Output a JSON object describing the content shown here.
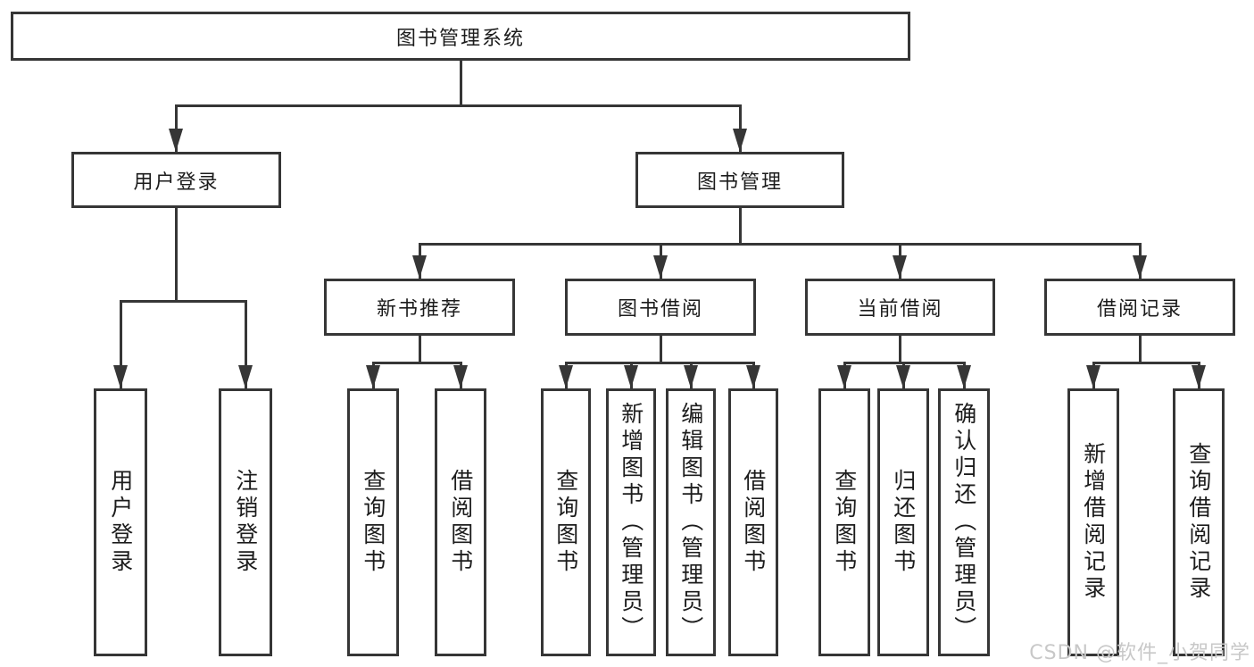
{
  "tree": {
    "root": {
      "label": "图书管理系统"
    },
    "branches": [
      {
        "label": "用户登录",
        "children": [
          {
            "label": "用户登录"
          },
          {
            "label": "注销登录"
          }
        ]
      },
      {
        "label": "图书管理",
        "children": [
          {
            "label": "新书推荐",
            "children": [
              {
                "label": "查询图书"
              },
              {
                "label": "借阅图书"
              }
            ]
          },
          {
            "label": "图书借阅",
            "children": [
              {
                "label": "查询图书"
              },
              {
                "label": "新增图书（管理员）"
              },
              {
                "label": "编辑图书（管理员）"
              },
              {
                "label": "借阅图书"
              }
            ]
          },
          {
            "label": "当前借阅",
            "children": [
              {
                "label": "查询图书"
              },
              {
                "label": "归还图书"
              },
              {
                "label": "确认归还（管理员）"
              }
            ]
          },
          {
            "label": "借阅记录",
            "children": [
              {
                "label": "新增借阅记录"
              },
              {
                "label": "查询借阅记录"
              }
            ]
          }
        ]
      }
    ]
  },
  "watermark": {
    "text": "CSDN @软件_小贺同学"
  },
  "colors": {
    "line": "#363636",
    "text": "#1c1c1c",
    "background": "#ffffff",
    "watermark": "#c8c8c8"
  }
}
